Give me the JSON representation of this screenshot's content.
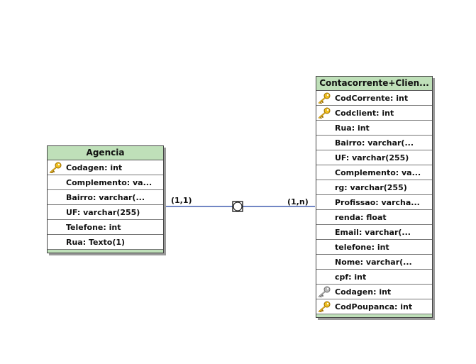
{
  "entities": {
    "agencia": {
      "title": "Agencia",
      "attributes": [
        {
          "text": "Codagen: int",
          "key": "primary"
        },
        {
          "text": "Complemento: va...",
          "key": ""
        },
        {
          "text": "Bairro: varchar(...",
          "key": ""
        },
        {
          "text": "UF: varchar(255)",
          "key": ""
        },
        {
          "text": "Telefone: int",
          "key": ""
        },
        {
          "text": "Rua: Texto(1)",
          "key": ""
        }
      ]
    },
    "conta": {
      "title": "Contacorrente+Clien...",
      "attributes": [
        {
          "text": "CodCorrente: int",
          "key": "primary"
        },
        {
          "text": "Codclient: int",
          "key": "primary"
        },
        {
          "text": "Rua: int",
          "key": ""
        },
        {
          "text": "Bairro: varchar(...",
          "key": ""
        },
        {
          "text": "UF: varchar(255)",
          "key": ""
        },
        {
          "text": "Complemento: va...",
          "key": ""
        },
        {
          "text": "rg: varchar(255)",
          "key": ""
        },
        {
          "text": "Profissao: varcha...",
          "key": ""
        },
        {
          "text": "renda: float",
          "key": ""
        },
        {
          "text": "Email: varchar(...",
          "key": ""
        },
        {
          "text": "telefone: int",
          "key": ""
        },
        {
          "text": "Nome: varchar(...",
          "key": ""
        },
        {
          "text": "cpf: int",
          "key": ""
        },
        {
          "text": "Codagen: int",
          "key": "foreign"
        },
        {
          "text": "CodPoupanca: int",
          "key": "primary"
        }
      ]
    }
  },
  "relationship": {
    "cardinality_left": "(1,1)",
    "cardinality_right": "(1,n)"
  },
  "colors": {
    "header_fill": "#bfe0b9",
    "line": "#1f3fa0",
    "primary_key": "#f0c020",
    "foreign_key": "#b8b8b8"
  },
  "icons": {
    "primary": "key-icon",
    "foreign": "foreign-key-icon"
  }
}
